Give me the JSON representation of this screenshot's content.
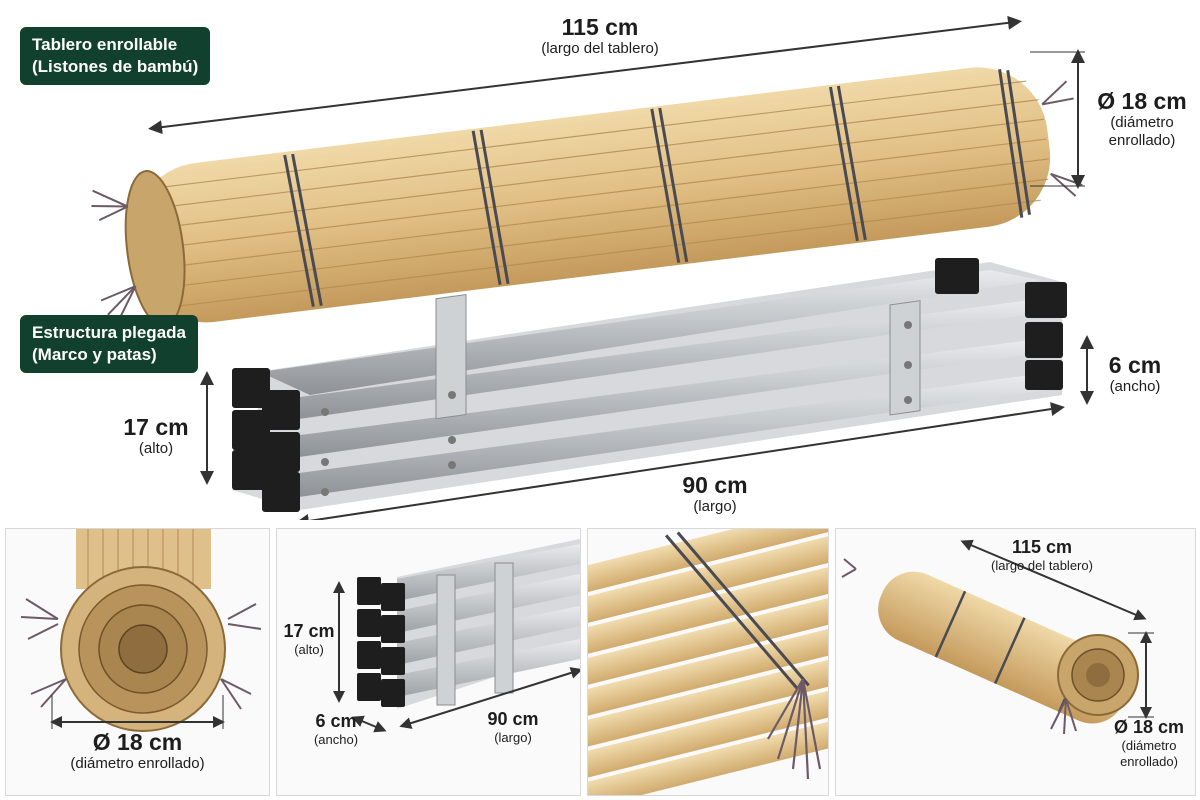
{
  "rolled_board": {
    "tag_line1": "Tablero enrollable",
    "tag_line2": "(Listones de bambú)",
    "length_value": "115 cm",
    "length_label": "(largo del tablero)",
    "diameter_value": "Ø 18 cm",
    "diameter_label_line1": "(diámetro",
    "diameter_label_line2": "enrollado)"
  },
  "folded_frame": {
    "tag_line1": "Estructura plegada",
    "tag_line2": "(Marco y patas)",
    "height_value": "17 cm",
    "height_label": "(alto)",
    "width_value": "6 cm",
    "width_label": "(ancho)",
    "length_value": "90 cm",
    "length_label": "(largo)"
  },
  "panels": {
    "end_view": {
      "diameter_value": "Ø 18 cm",
      "diameter_label": "(diámetro enrollado)"
    },
    "frame_view": {
      "height_value": "17 cm",
      "height_label": "(alto)",
      "width_value": "6 cm",
      "width_label": "(ancho)",
      "length_value": "90 cm",
      "length_label": "(largo)"
    },
    "roll_view": {
      "length_value": "115 cm",
      "length_label": "(largo del tablero)",
      "diameter_value": "Ø 18 cm",
      "diameter_label_line1": "(diámetro",
      "diameter_label_line2": "enrollado)"
    }
  },
  "colors": {
    "tag_background": "#12402e",
    "bamboo": "#e3c48e",
    "bamboo_dark": "#c9a367",
    "cord": "#4a4a52",
    "steel": "#c3c6c9",
    "cap": "#1e1e1e"
  }
}
